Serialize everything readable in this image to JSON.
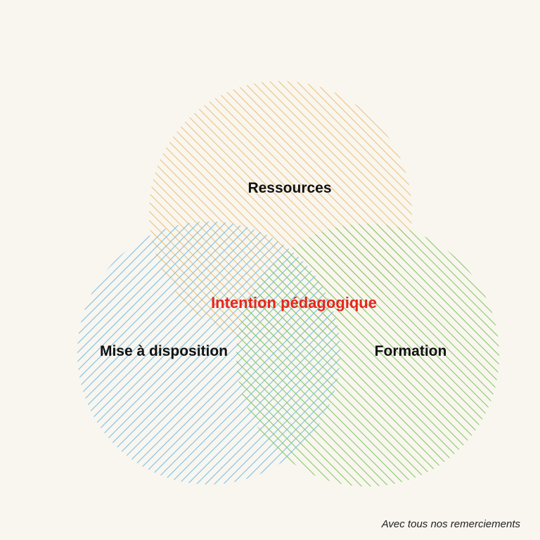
{
  "diagram": {
    "type": "venn",
    "center_label": "Intention pédagogique",
    "sets": [
      {
        "label": "Ressources",
        "color": "#ecc27d",
        "hatch": "right"
      },
      {
        "label": "Mise à disposition",
        "color": "#7cc0e4",
        "hatch": "left"
      },
      {
        "label": "Formation",
        "color": "#86c96a",
        "hatch": "right"
      }
    ],
    "label_colors": {
      "set_label": "#111111",
      "center_label": "#e8251d"
    }
  },
  "footer": {
    "text": "Avec tous nos remerciements"
  }
}
